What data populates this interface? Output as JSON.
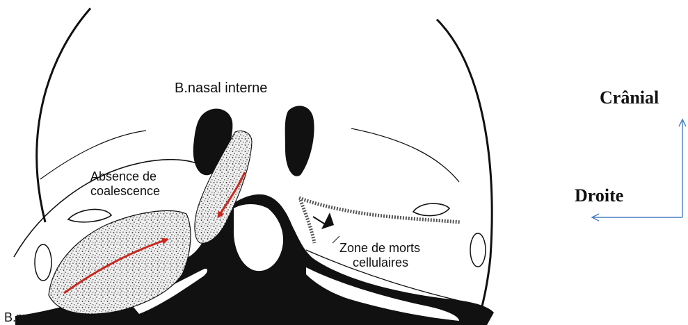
{
  "diagram": {
    "labels": {
      "nasal_interne": "B.nasal interne",
      "absence_line1": "Absence de",
      "absence_line2": "coalescence",
      "zone_line1": "Zone de morts",
      "zone_line2": "cellulaires",
      "bmax": "B.max."
    },
    "orientation": {
      "cranial": "Crânial",
      "droite": "Droite"
    },
    "colors": {
      "ink": "#111111",
      "arrow_red": "#c8281e",
      "orientation_arrow": "#4a7fc1",
      "paper": "#ffffff"
    }
  }
}
